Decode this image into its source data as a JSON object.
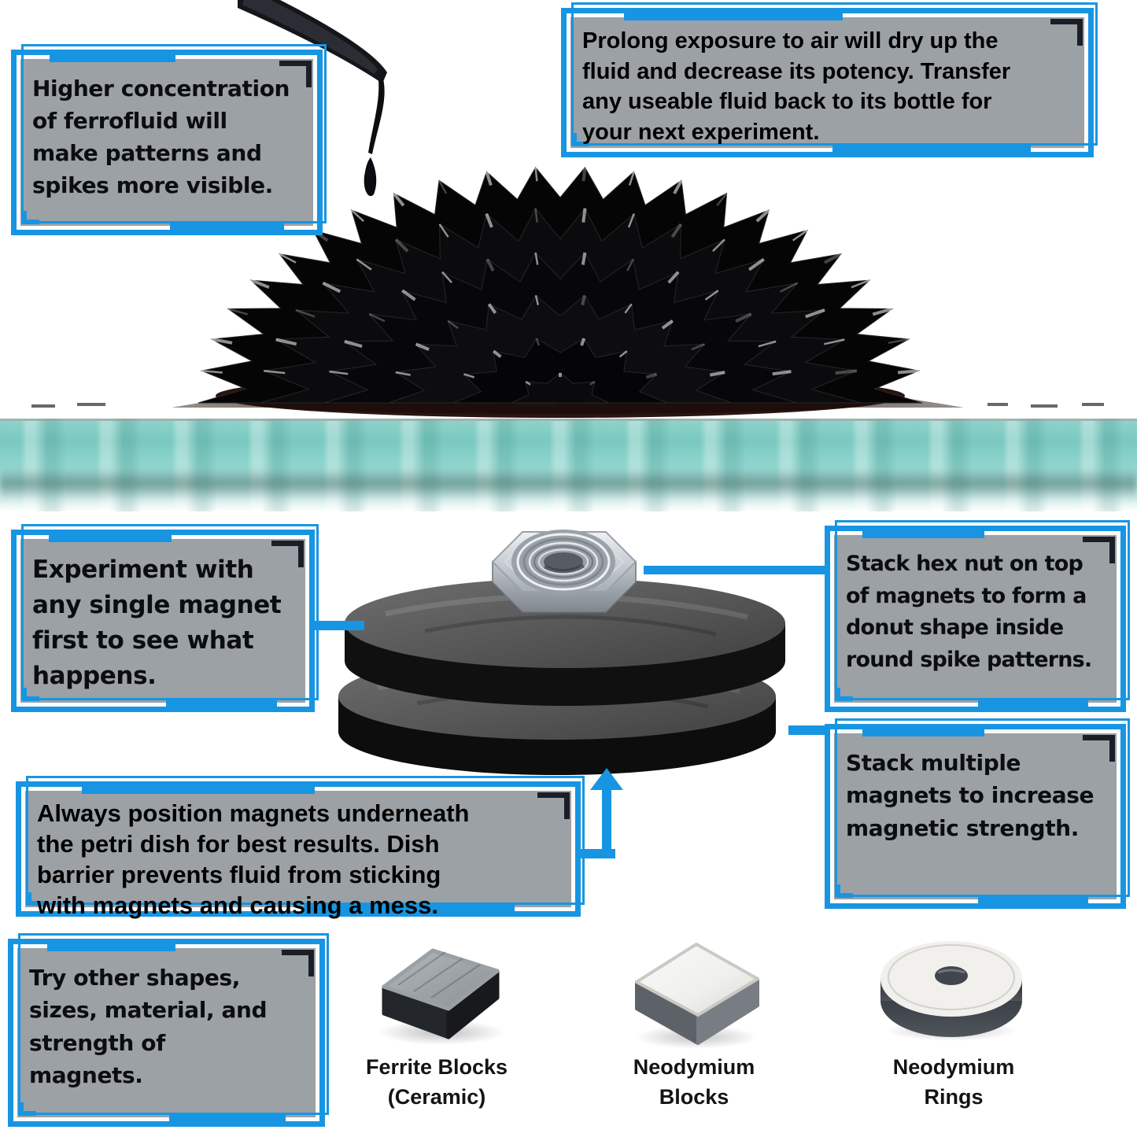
{
  "colors": {
    "accent_blue": "#1895E2",
    "panel_gray": "#9CA1A5",
    "bracket_dark": "#1A1E27",
    "glass_teal": "#7FCFC7",
    "ferrofluid_black": "#060607"
  },
  "callouts": {
    "concentration": {
      "text": "Higher concentration\nof ferrofluid will\nmake patterns and\nspikes more visible."
    },
    "air_exposure": {
      "text": "Prolong exposure to air will dry up the\nfluid and decrease its potency. Transfer\nany useable fluid back to its bottle for\nyour next experiment."
    },
    "single_magnet": {
      "text": "Experiment with\nany single magnet\nfirst to see what\nhappens."
    },
    "hex_nut": {
      "text": "Stack hex nut on top\nof magnets to form a\ndonut shape inside\nround spike patterns."
    },
    "stack_magnets": {
      "text": "Stack multiple\nmagnets to increase\nmagnetic strength."
    },
    "position_magnets": {
      "text": "Always position magnets underneath\nthe petri dish for best results. Dish\nbarrier prevents fluid from sticking\nwith magnets and causing a mess."
    },
    "other_magnets": {
      "text": "Try other shapes,\nsizes, material, and\nstrength of\nmagnets."
    }
  },
  "products": [
    {
      "label": "Ferrite Blocks\n(Ceramic)"
    },
    {
      "label": "Neodymium\nBlocks"
    },
    {
      "label": "Neodymium\nRings"
    }
  ]
}
